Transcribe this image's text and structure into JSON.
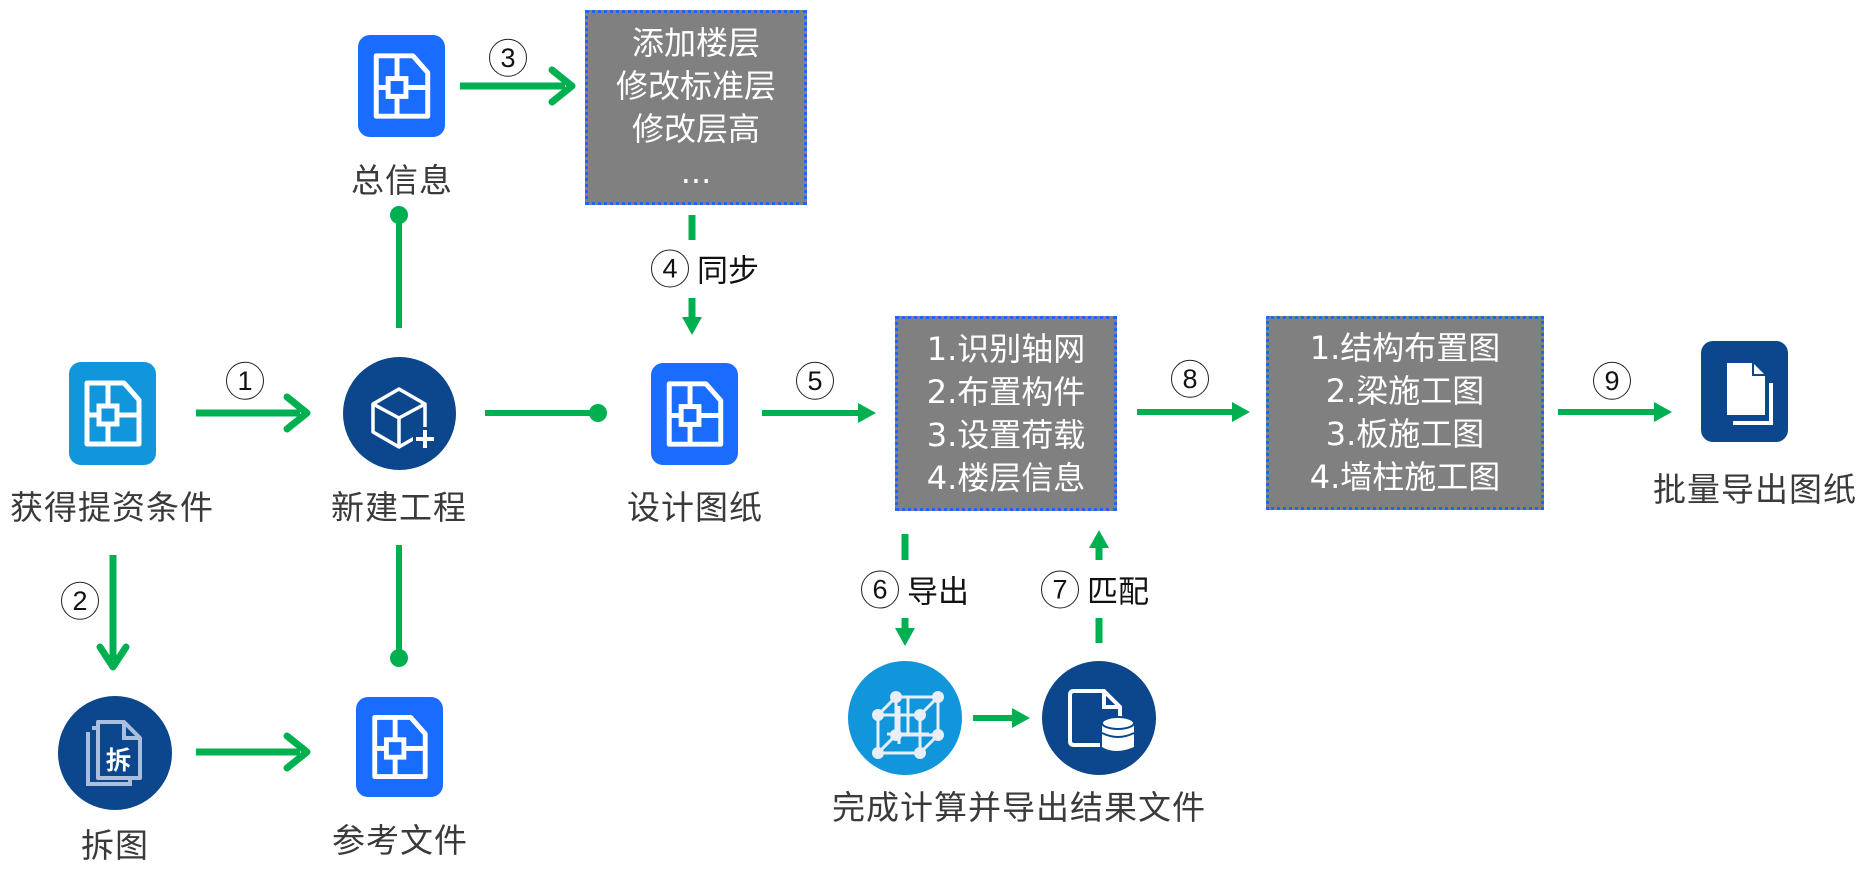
{
  "colors": {
    "arrow": "#00b050",
    "light_blue": "#1296db",
    "bright_blue": "#1a6cff",
    "dark_blue": "#0c468c",
    "box_fill": "#808080",
    "box_border": "#1a66ff"
  },
  "nodes": {
    "get_conditions": {
      "label": "获得提资条件",
      "icon": "floorplan-icon"
    },
    "new_project": {
      "label": "新建工程",
      "icon": "cube-plus-icon"
    },
    "general_info": {
      "label": "总信息",
      "icon": "floorplan-icon"
    },
    "design_drawing": {
      "label": "设计图纸",
      "icon": "floorplan-icon"
    },
    "split_drawing": {
      "label": "拆图",
      "icon": "split-document-icon",
      "glyph": "拆"
    },
    "reference_file": {
      "label": "参考文件",
      "icon": "floorplan-icon"
    },
    "compute": {
      "icon": "lattice-cube-icon"
    },
    "result_file": {
      "icon": "document-database-icon"
    },
    "compute_caption": "完成计算并导出结果文件",
    "batch_export": {
      "label": "批量导出图纸",
      "icon": "documents-icon"
    }
  },
  "boxes": {
    "floor_ops": [
      "添加楼层",
      "修改标准层",
      "修改层高",
      "..."
    ],
    "modeling": [
      "1.识别轴网",
      "2.布置构件",
      "3.设置荷载",
      "4.楼层信息"
    ],
    "drawings": [
      "1.结构布置图",
      "2.梁施工图",
      "3.板施工图",
      "4.墙柱施工图"
    ]
  },
  "steps": {
    "s1": {
      "num": "1"
    },
    "s2": {
      "num": "2"
    },
    "s3": {
      "num": "3"
    },
    "s4": {
      "num": "4",
      "text": "同步"
    },
    "s5": {
      "num": "5"
    },
    "s6": {
      "num": "6",
      "text": "导出"
    },
    "s7": {
      "num": "7",
      "text": "匹配"
    },
    "s8": {
      "num": "8"
    },
    "s9": {
      "num": "9"
    }
  }
}
